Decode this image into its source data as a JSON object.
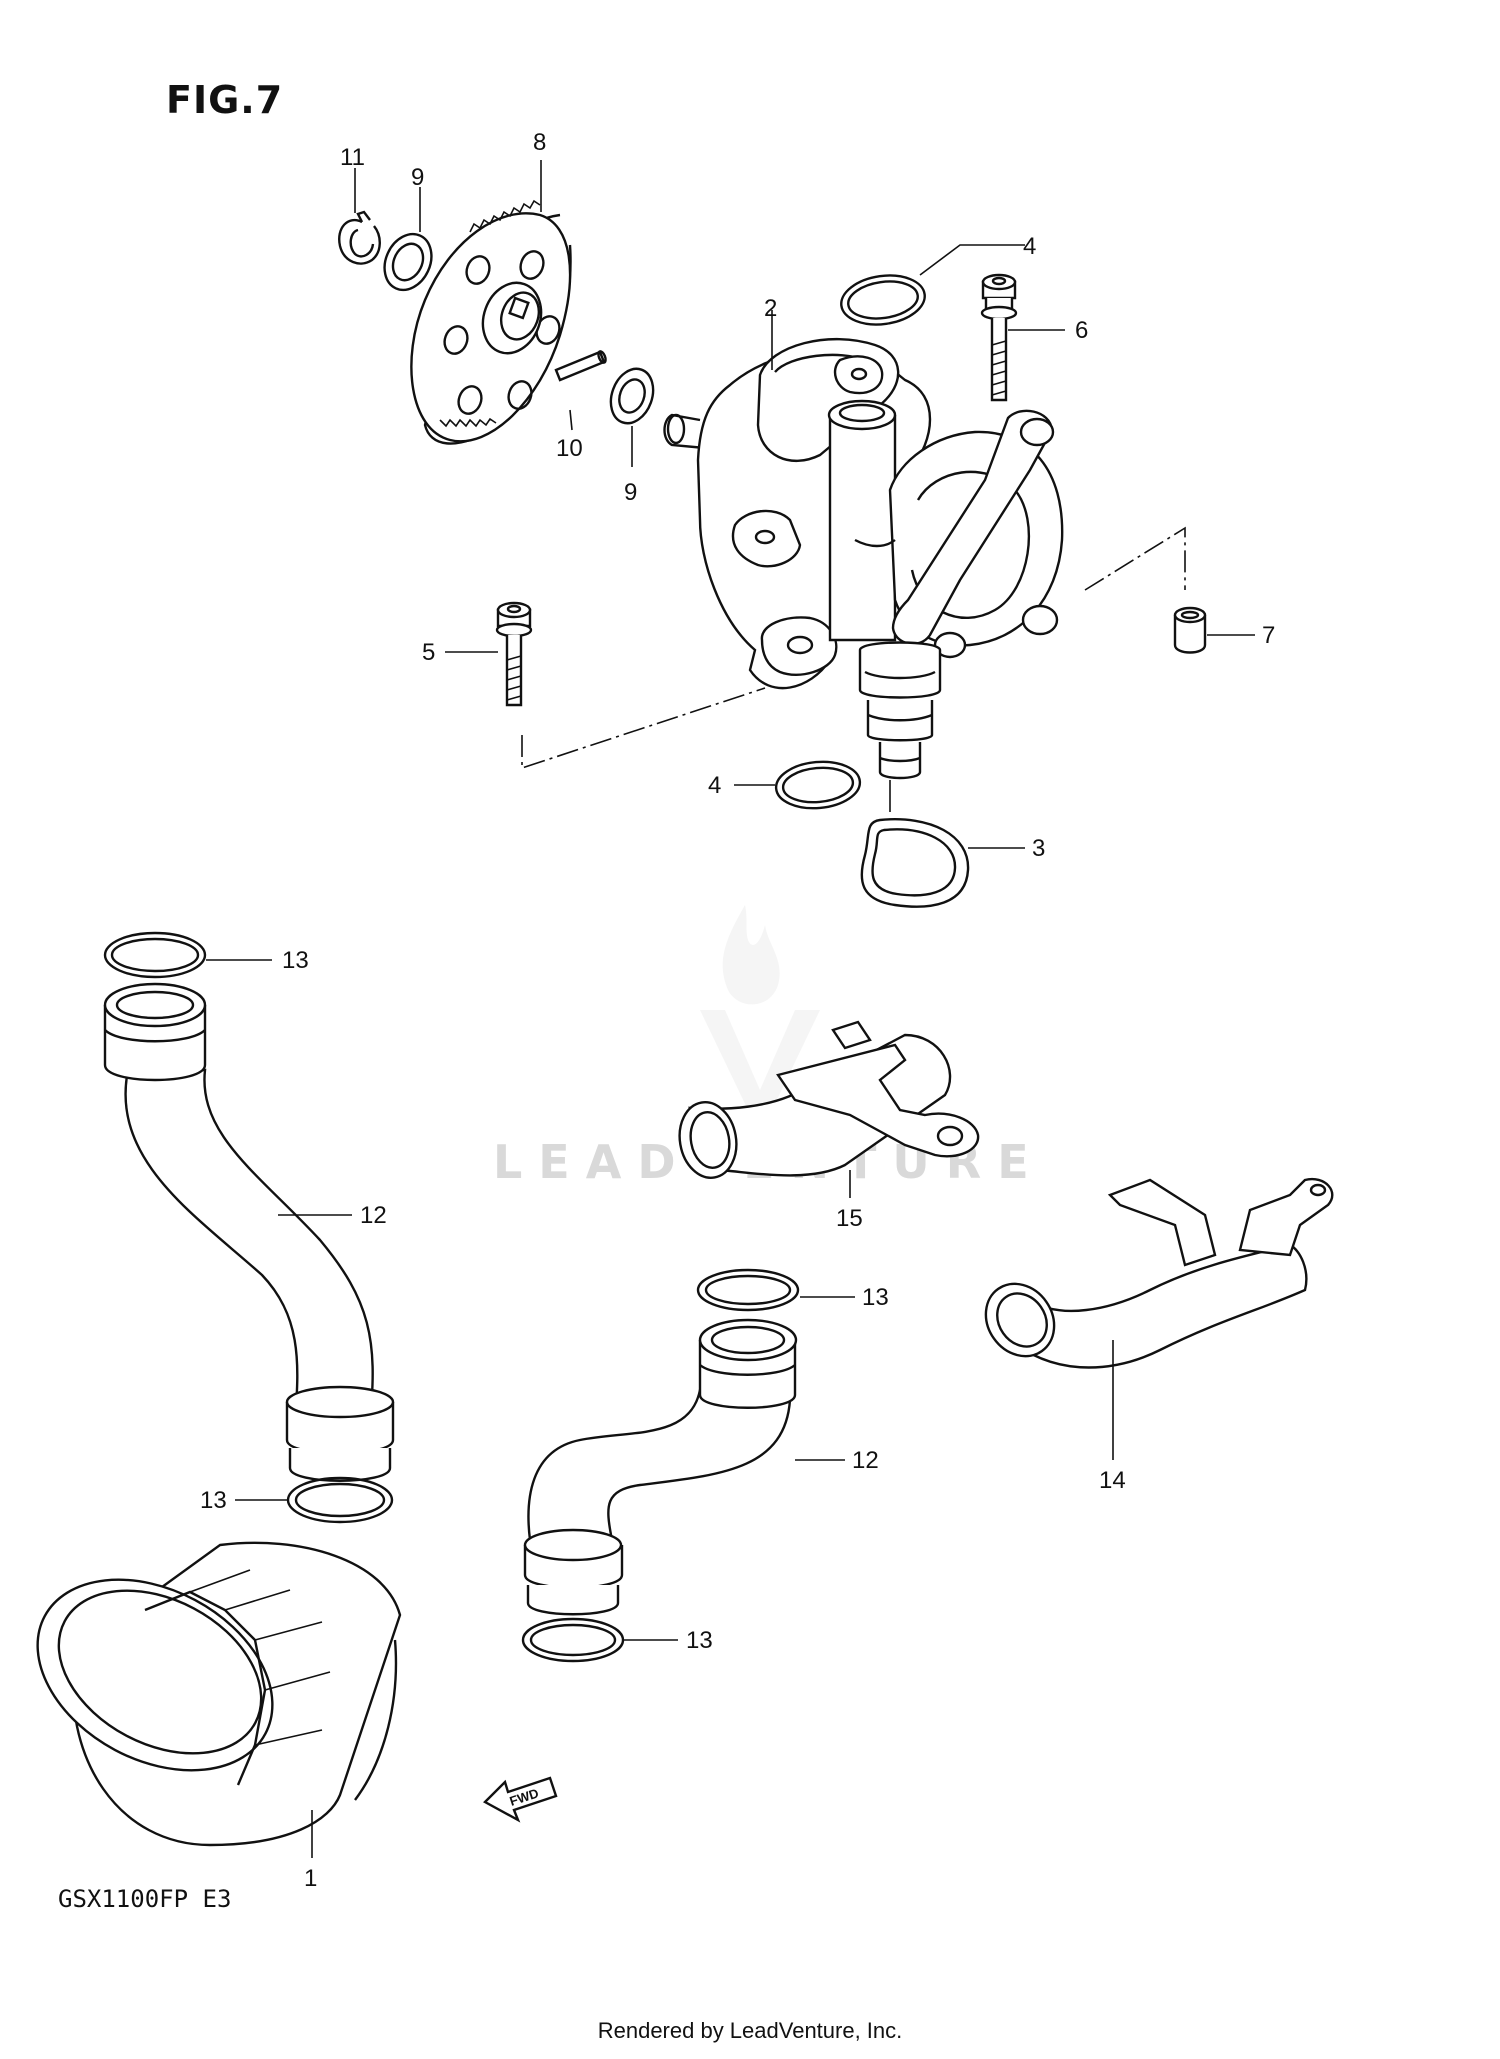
{
  "figure": {
    "title": "FIG.7",
    "model_code": "GSX1100FP  E3",
    "footer": "Rendered by LeadVenture, Inc.",
    "watermark": "LEADVENTURE",
    "direction_mark": "FWD"
  },
  "callouts": {
    "c1": "1",
    "c2": "2",
    "c3": "3",
    "c4a": "4",
    "c4b": "4",
    "c5": "5",
    "c6": "6",
    "c7": "7",
    "c8": "8",
    "c9a": "9",
    "c9b": "9",
    "c10": "10",
    "c11": "11",
    "c12a": "12",
    "c12b": "12",
    "c13a": "13",
    "c13b": "13",
    "c13c": "13",
    "c13d": "13",
    "c14": "14",
    "c15": "15"
  },
  "colors": {
    "line": "#111111",
    "watermark": "#d9d9d9",
    "background": "#ffffff"
  }
}
